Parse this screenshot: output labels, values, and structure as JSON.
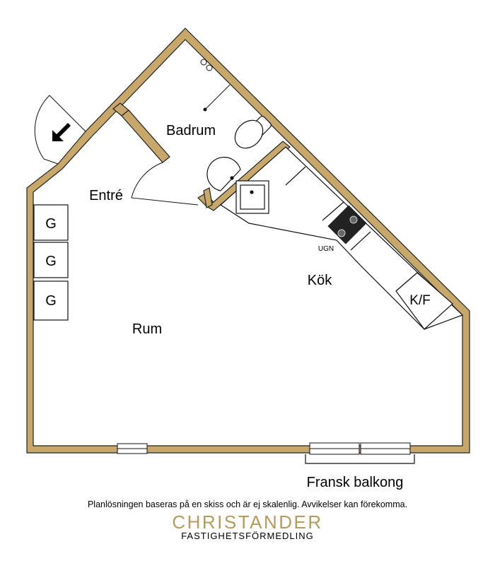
{
  "plan": {
    "rooms": {
      "badrum": "Badrum",
      "entre": "Entré",
      "kok": "Kök",
      "rum": "Rum",
      "balcony": "Fransk balkong"
    },
    "fixtures": {
      "wardrobe_1": "G",
      "wardrobe_2": "G",
      "wardrobe_3": "G",
      "fridge_freezer": "K/F",
      "oven": "UGN"
    }
  },
  "footer": {
    "disclaimer": "Planlösningen baseras på en skiss och är ej skalenlig. Avvikelser kan förekomma.",
    "brand_name": "CHRISTANDER",
    "brand_tagline": "FASTIGHETSFÖRMEDLING"
  },
  "colors": {
    "wall": "#c8a76a",
    "wall_outline": "#222222",
    "brand": "#b69a5e",
    "line": "#000000"
  }
}
